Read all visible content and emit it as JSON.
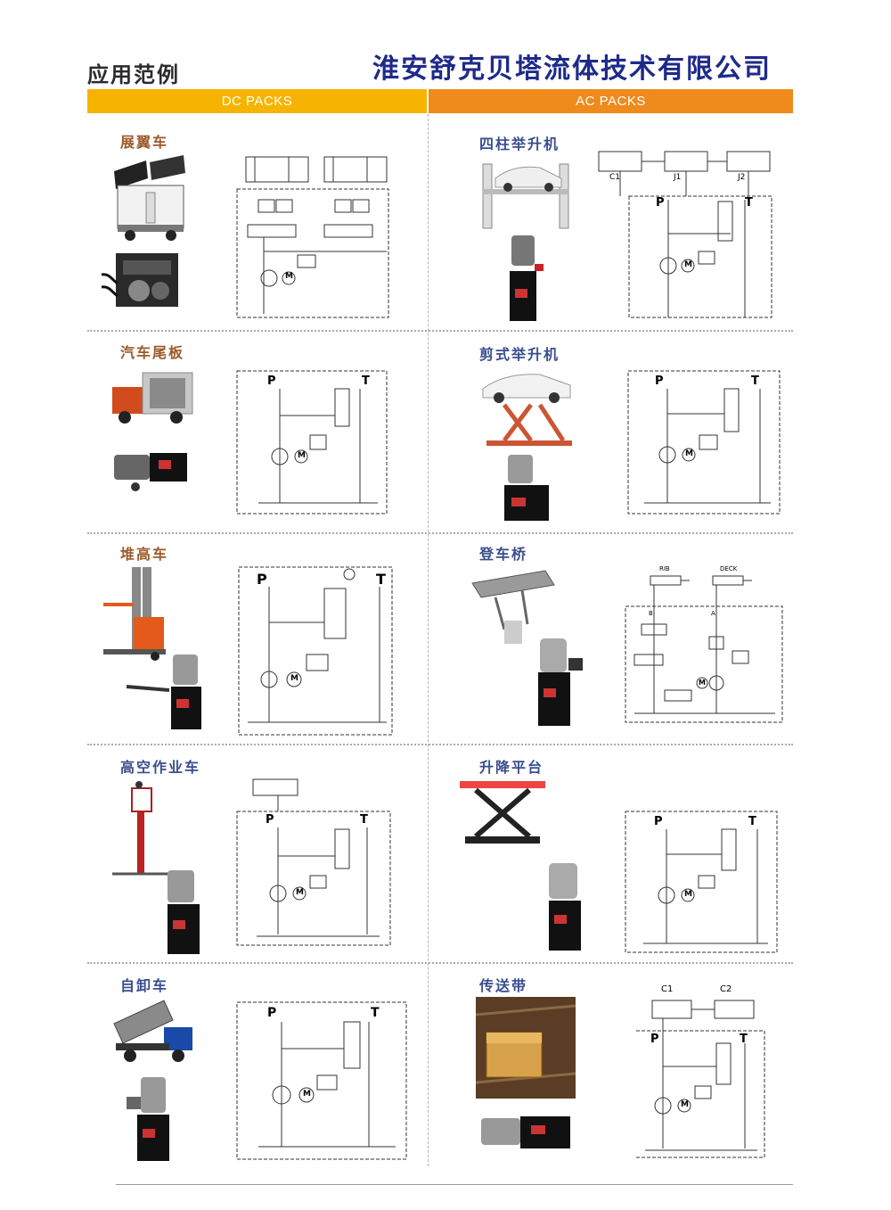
{
  "header": {
    "page_title": "应用范例",
    "company_name": "淮安舒克贝塔流体技术有限公司"
  },
  "bands": {
    "dc": "DC PACKS",
    "ac": "AC PACKS"
  },
  "sections": {
    "s1": "展翼车",
    "s2": "四柱举升机",
    "s3": "汽车尾板",
    "s4": "剪式举升机",
    "s5": "堆高车",
    "s6": "登车桥",
    "s7": "高空作业车",
    "s8": "升降平台",
    "s9": "自卸车",
    "s10": "传送带"
  },
  "schematic_labels": {
    "P": "P",
    "T": "T",
    "M": "M",
    "C1": "C1",
    "C2": "C2",
    "J1": "J1",
    "J2": "J2",
    "RIB": "RIB",
    "DECK": "DECK",
    "A": "A",
    "B": "B"
  },
  "colors": {
    "dc_band": "#f6b400",
    "ac_band": "#ef8a1c",
    "company": "#1e2a8a",
    "dc_section_title": "#9b5a2a",
    "ac_section_title": "#3a4e8c"
  }
}
